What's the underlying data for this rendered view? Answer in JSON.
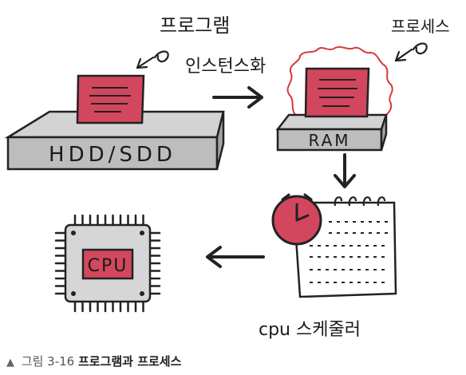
{
  "diagram": {
    "program_label": "프로그램",
    "instantiation_label": "인스턴스화",
    "process_label": "프로세스",
    "hdd_label": "HDD/SDD",
    "ram_label": "RAM",
    "cpu_label": "CPU",
    "scheduler_label": "cpu 스케줄러"
  },
  "caption": {
    "triangle": "▲",
    "figure_number": "그림 3-16",
    "title": "프로그램과 프로세스"
  },
  "colors": {
    "accent_pink": "#d2475e",
    "red_glow": "#d83a3a",
    "gray_box": "#bdbdbd",
    "gray_dark": "#9c9c9c"
  }
}
